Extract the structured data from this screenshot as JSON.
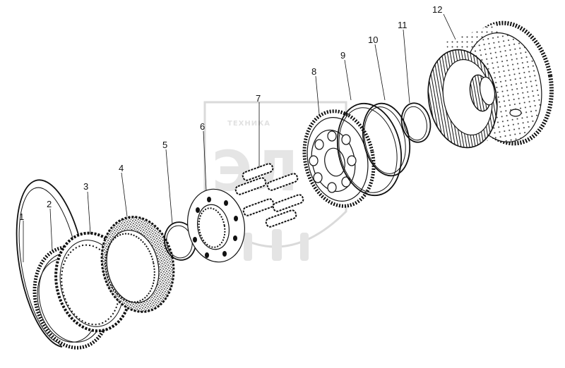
{
  "watermark": {
    "text": "ТЕХНИКА",
    "logo_letters": "ЭЛ",
    "color": "#c9c9c9"
  },
  "callouts": [
    {
      "id": "1",
      "label": "1"
    },
    {
      "id": "2",
      "label": "2"
    },
    {
      "id": "3",
      "label": "3"
    },
    {
      "id": "4",
      "label": "4"
    },
    {
      "id": "5",
      "label": "5"
    },
    {
      "id": "6",
      "label": "6"
    },
    {
      "id": "7",
      "label": "7"
    },
    {
      "id": "8",
      "label": "8"
    },
    {
      "id": "9",
      "label": "9"
    },
    {
      "id": "10",
      "label": "10"
    },
    {
      "id": "11",
      "label": "11"
    },
    {
      "id": "12",
      "label": "12"
    }
  ]
}
